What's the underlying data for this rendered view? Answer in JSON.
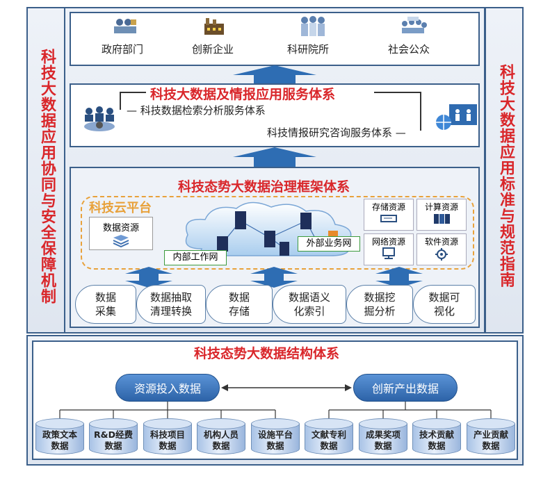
{
  "side_left": "科技大数据应用协同与安全保障机制",
  "side_right": "科技大数据应用标准与规范指南",
  "users": {
    "items": [
      "政府部门",
      "创新企业",
      "科研院所",
      "社会公众"
    ]
  },
  "service_system": {
    "title": "科技大数据及情报应用服务体系",
    "sub1": "科技数据检索分析服务体系",
    "sub2": "科技情报研究咨询服务体系"
  },
  "governance": {
    "title": "科技态势大数据治理框架体系",
    "cloud_title": "科技云平台",
    "data_resource": "数据资源",
    "internal_net": "内部工作网",
    "external_net": "外部业务网",
    "resources": [
      "存储资源",
      "计算资源",
      "网络资源",
      "软件资源"
    ],
    "steps": [
      [
        "数据",
        "采集"
      ],
      [
        "数据抽取",
        "清理转换"
      ],
      [
        "数据",
        "存储"
      ],
      [
        "数据语义",
        "化索引"
      ],
      [
        "数据挖",
        "掘分析"
      ],
      [
        "数据可",
        "视化"
      ]
    ]
  },
  "structure": {
    "title": "科技态势大数据结构体系",
    "left_oval": "资源投入数据",
    "right_oval": "创新产出数据",
    "cylinders": [
      [
        "政策文本",
        "数据"
      ],
      [
        "R&D经费",
        "数据"
      ],
      [
        "科技项目",
        "数据"
      ],
      [
        "机构人员",
        "数据"
      ],
      [
        "设施平台",
        "数据"
      ],
      [
        "文献专利",
        "数据"
      ],
      [
        "成果奖项",
        "数据"
      ],
      [
        "技术贡献",
        "数据"
      ],
      [
        "产业贡献",
        "数据"
      ]
    ]
  },
  "colors": {
    "title_red": "#d9262a",
    "arrow_blue": "#2e6db3",
    "border": "#3b5f8a",
    "cloud_orange": "#e8a13a"
  }
}
